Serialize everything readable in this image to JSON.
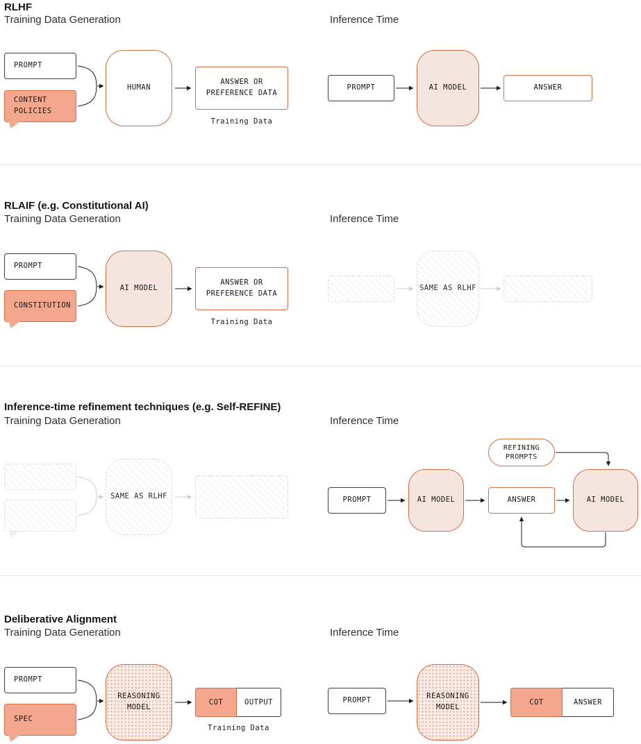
{
  "colors": {
    "accent": "#D96C45",
    "salmon": "#F5A78D",
    "model_fill": "#F4E5DE",
    "ghost_border": "#DCDCDC",
    "divider": "#E7E7E7"
  },
  "sections": [
    {
      "title": "RLHF",
      "left_heading": "Training Data Generation",
      "right_heading": "Inference Time",
      "nodes": {
        "prompt": "PROMPT",
        "policy": "CONTENT\nPOLICIES",
        "model": "HUMAN",
        "output": "ANSWER OR\nPREFERENCE DATA",
        "caption": "Training Data",
        "inf_prompt": "PROMPT",
        "inf_model": "AI MODEL",
        "inf_output": "ANSWER"
      }
    },
    {
      "title": "RLAIF (e.g. Constitutional AI)",
      "left_heading": "Training Data Generation",
      "right_heading": "Inference Time",
      "nodes": {
        "prompt": "PROMPT",
        "policy": "CONSTITUTION",
        "model": "AI MODEL",
        "output": "ANSWER OR\nPREFERENCE DATA",
        "caption": "Training Data",
        "inf_model": "SAME AS RLHF"
      }
    },
    {
      "title": "Inference-time refinement techniques (e.g. Self-REFINE)",
      "left_heading": "Training Data Generation",
      "right_heading": "Inference Time",
      "nodes": {
        "model": "SAME AS RLHF",
        "refining": "REFINING\nPROMPTS",
        "inf_prompt": "PROMPT",
        "inf_model1": "AI MODEL",
        "inf_answer": "ANSWER",
        "inf_model2": "AI MODEL"
      }
    },
    {
      "title": "Deliberative Alignment",
      "left_heading": "Training Data Generation",
      "right_heading": "Inference Time",
      "nodes": {
        "prompt": "PROMPT",
        "policy": "SPEC",
        "model": "REASONING\nMODEL",
        "cot": "COT",
        "output": "OUTPUT",
        "caption": "Training Data",
        "inf_prompt": "PROMPT",
        "inf_model": "REASONING\nMODEL",
        "inf_cot": "COT",
        "inf_answer": "ANSWER"
      }
    }
  ]
}
